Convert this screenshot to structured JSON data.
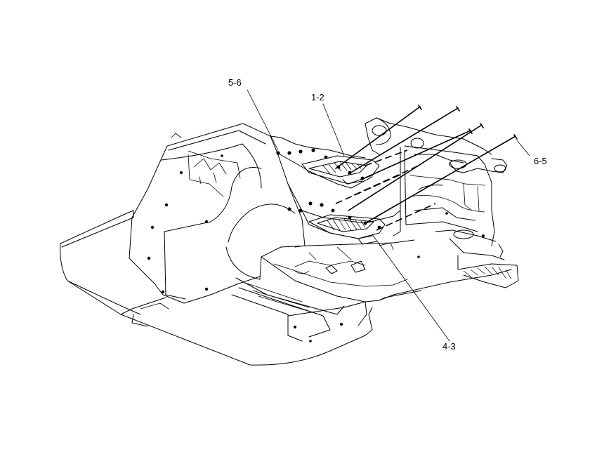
{
  "callouts": {
    "c56": "5-6",
    "c12": "1-2",
    "c65": "6-5",
    "c43": "4-3"
  },
  "colors": {
    "line": "#000000",
    "background": "#ffffff"
  }
}
